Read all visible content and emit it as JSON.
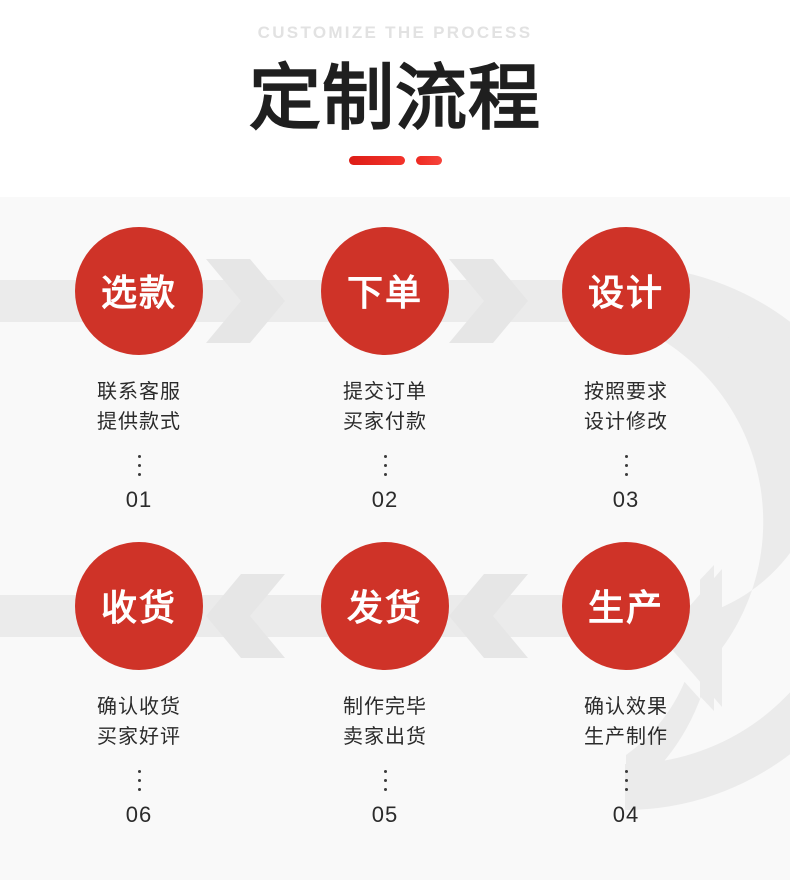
{
  "header": {
    "kicker": "CUSTOMIZE THE PROCESS",
    "title": "定制流程"
  },
  "colors": {
    "accent_red": "#cf3328",
    "accent_bar_red": "#e8241c",
    "band_gray": "#ebebeb",
    "page_bg": "#f9f9f9",
    "header_bg": "#ffffff",
    "kicker_gray": "#e2e2e2",
    "text_dark": "#2b2b2b"
  },
  "flow": {
    "rows": [
      {
        "direction": "left-to-right",
        "steps": [
          {
            "circle": "选款",
            "line1": "联系客服",
            "line2": "提供款式",
            "number": "01"
          },
          {
            "circle": "下单",
            "line1": "提交订单",
            "line2": "买家付款",
            "number": "02"
          },
          {
            "circle": "设计",
            "line1": "按照要求",
            "line2": "设计修改",
            "number": "03"
          }
        ]
      },
      {
        "direction": "right-to-left",
        "steps": [
          {
            "circle": "收货",
            "line1": "确认收货",
            "line2": "买家好评",
            "number": "06"
          },
          {
            "circle": "发货",
            "line1": "制作完毕",
            "line2": "卖家出货",
            "number": "05"
          },
          {
            "circle": "生产",
            "line1": "确认效果",
            "line2": "生产制作",
            "number": "04"
          }
        ]
      }
    ]
  }
}
